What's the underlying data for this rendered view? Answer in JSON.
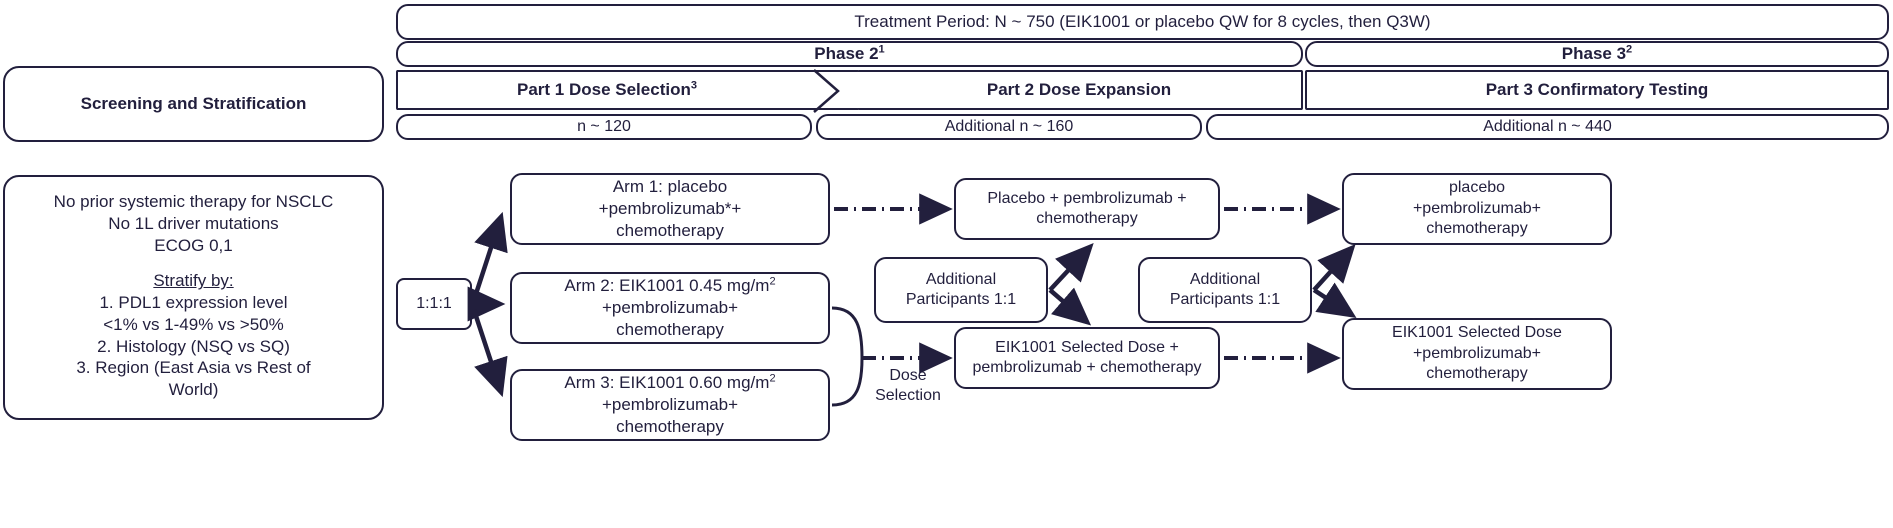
{
  "header": {
    "treatment_period": "Treatment Period: N ~ 750 (EIK1001 or placebo QW for 8 cycles, then Q3W)",
    "phase2_label": "Phase 2",
    "phase2_sup": "1",
    "phase3_label": "Phase 3",
    "phase3_sup": "2",
    "part1_label": "Part 1 Dose Selection",
    "part1_sup": "3",
    "part2_label": "Part 2 Dose Expansion",
    "part3_label": "Part 3 Confirmatory Testing",
    "n_part1": "n ~ 120",
    "n_part2": "Additional  n ~ 160",
    "n_part3": "Additional n ~ 440"
  },
  "left": {
    "screening_title": "Screening and Stratification",
    "eligibility": [
      "No prior systemic therapy for NSCLC",
      "No 1L driver mutations",
      "ECOG  0,1"
    ],
    "stratify_title": "Stratify by:",
    "stratify_items": [
      "1. PDL1 expression level",
      "<1% vs 1-49% vs >50%",
      "2. Histology  (NSQ vs SQ)",
      "3. Region (East Asia vs Rest of",
      "World)"
    ]
  },
  "randomization": {
    "ratio": "1:1:1"
  },
  "arms": [
    {
      "id": "arm1",
      "lines": [
        "Arm 1: placebo",
        "+pembrolizumab*+",
        "chemotherapy"
      ]
    },
    {
      "id": "arm2",
      "lines": [
        "Arm 2: EIK1001 0.45 mg/m2",
        "+pembrolizumab+",
        "chemotherapy"
      ],
      "dose": "0.45 mg/m",
      "dose_sup": "2"
    },
    {
      "id": "arm3",
      "lines": [
        "Arm 3: EIK1001 0.60 mg/m2",
        "+pembrolizumab+",
        "chemotherapy"
      ],
      "dose": "0.60 mg/m",
      "dose_sup": "2"
    }
  ],
  "dose_selection_label": [
    "Dose",
    "Selection"
  ],
  "part2": {
    "placebo_box": [
      "Placebo + pembrolizumab +",
      "chemotherapy"
    ],
    "additional_box": [
      "Additional",
      "Participants 1:1"
    ],
    "eik_box": [
      "EIK1001 Selected Dose +",
      "pembrolizumab + chemotherapy"
    ]
  },
  "part3": {
    "additional_box": [
      "Additional",
      "Participants 1:1"
    ],
    "placebo_box": [
      "placebo",
      "+pembrolizumab+",
      "chemotherapy"
    ],
    "eik_box": [
      "EIK1001 Selected Dose",
      "+pembrolizumab+",
      "chemotherapy"
    ]
  },
  "colors": {
    "ink": "#221f3d",
    "background": "#ffffff"
  }
}
